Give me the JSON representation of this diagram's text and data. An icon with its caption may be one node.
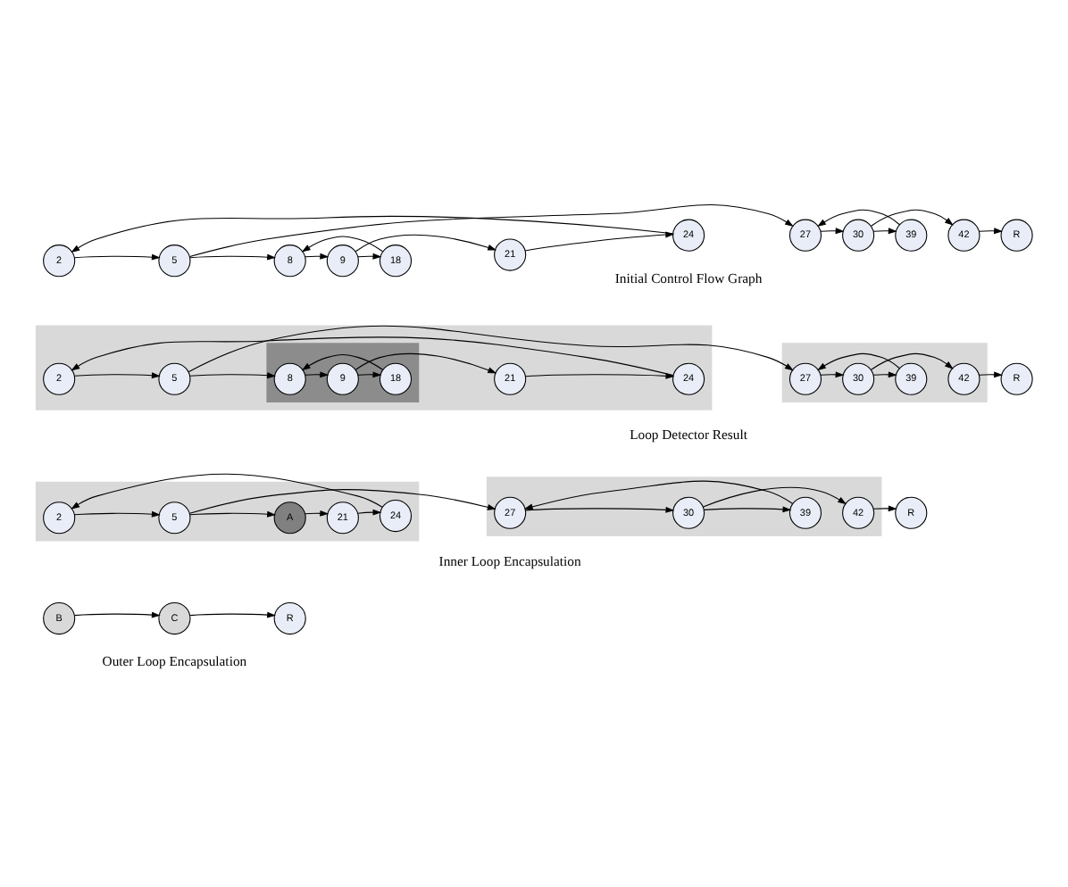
{
  "diagram": {
    "nodes": [
      {
        "text": [
          "2"
        ]
      },
      {
        "text": [
          "5"
        ]
      },
      {
        "text": [
          "8"
        ]
      },
      {
        "text": [
          "9"
        ]
      },
      {
        "text": [
          "18"
        ]
      },
      {
        "text": [
          "21"
        ]
      },
      {
        "text": [
          "24"
        ]
      },
      {
        "text": [
          "27"
        ]
      },
      {
        "text": [
          "30"
        ]
      },
      {
        "text": [
          "39"
        ]
      },
      {
        "text": [
          "42"
        ]
      },
      {
        "text": [
          "R"
        ]
      },
      {
        "text": [],
        "shape": "box"
      },
      {
        "text": [
          "2"
        ],
        "in": 12
      },
      {
        "text": [
          "5"
        ],
        "in": 12
      },
      {
        "text": [],
        "shape": "box",
        "in": 12
      },
      {
        "text": [
          "8"
        ],
        "in": 15
      },
      {
        "text": [
          "9"
        ],
        "in": 15
      },
      {
        "text": [
          "18"
        ],
        "in": 15
      },
      {
        "text": [
          "21"
        ],
        "in": 12
      },
      {
        "text": [
          "24"
        ],
        "in": 12
      },
      {
        "text": [],
        "shape": "box"
      },
      {
        "text": [
          "27"
        ],
        "in": 21
      },
      {
        "text": [
          "30"
        ],
        "in": 21
      },
      {
        "text": [
          "39"
        ],
        "in": 21
      },
      {
        "text": [
          "42"
        ],
        "in": 21
      },
      {
        "text": [
          "R"
        ]
      },
      {
        "text": [],
        "shape": "box"
      },
      {
        "text": [
          "2"
        ],
        "in": 27
      },
      {
        "text": [
          "5"
        ],
        "in": 27
      },
      {
        "text": [
          "A"
        ],
        "in": 27
      },
      {
        "text": [
          "21"
        ],
        "in": 27
      },
      {
        "text": [
          "24"
        ],
        "in": 27
      },
      {
        "text": [],
        "shape": "box"
      },
      {
        "text": [
          "27"
        ],
        "in": 33
      },
      {
        "text": [
          "30"
        ],
        "in": 33
      },
      {
        "text": [
          "39"
        ],
        "in": 33
      },
      {
        "text": [
          "42"
        ],
        "in": 33
      },
      {
        "text": [
          "R"
        ]
      },
      {
        "text": [
          "B"
        ]
      },
      {
        "text": [
          "C"
        ]
      },
      {
        "text": [
          "R"
        ]
      }
    ],
    "edges": [
      {
        "from": 0,
        "to": 1,
        "arrow": "to"
      },
      {
        "from": 1,
        "to": 2,
        "arrow": "to"
      },
      {
        "from": 2,
        "to": 3,
        "arrow": "to"
      },
      {
        "from": 3,
        "to": 4,
        "arrow": "to"
      },
      {
        "from": 4,
        "to": 2,
        "arrow": "to"
      },
      {
        "from": 5,
        "to": 6,
        "arrow": "to"
      },
      {
        "from": 6,
        "to": 0,
        "arrow": "to"
      },
      {
        "from": 3,
        "to": 5,
        "arrow": "to"
      },
      {
        "from": 1,
        "to": 7,
        "arrow": "to"
      },
      {
        "from": 7,
        "to": 8,
        "arrow": "to"
      },
      {
        "from": 8,
        "to": 9,
        "arrow": "to"
      },
      {
        "from": 9,
        "to": 7,
        "arrow": "to"
      },
      {
        "from": 8,
        "to": 10,
        "arrow": "to"
      },
      {
        "from": 10,
        "to": 11,
        "arrow": "to"
      },
      {
        "from": 13,
        "to": 14,
        "arrow": "to"
      },
      {
        "from": 14,
        "to": 16,
        "arrow": "to"
      },
      {
        "from": 16,
        "to": 17,
        "arrow": "to"
      },
      {
        "from": 17,
        "to": 18,
        "arrow": "to"
      },
      {
        "from": 18,
        "to": 16,
        "arrow": "to"
      },
      {
        "from": 19,
        "to": 20,
        "arrow": "to"
      },
      {
        "from": 20,
        "to": 13,
        "arrow": "to"
      },
      {
        "from": 17,
        "to": 19,
        "arrow": "to"
      },
      {
        "from": 14,
        "to": 22,
        "arrow": "to"
      },
      {
        "from": 22,
        "to": 23,
        "arrow": "to"
      },
      {
        "from": 23,
        "to": 24,
        "arrow": "to"
      },
      {
        "from": 24,
        "to": 22,
        "arrow": "to"
      },
      {
        "from": 23,
        "to": 25,
        "arrow": "to"
      },
      {
        "from": 25,
        "to": 26,
        "arrow": "to"
      },
      {
        "from": 28,
        "to": 29,
        "arrow": "to"
      },
      {
        "from": 29,
        "to": 30,
        "arrow": "to"
      },
      {
        "from": 31,
        "to": 32,
        "arrow": "to"
      },
      {
        "from": 32,
        "to": 28,
        "arrow": "to"
      },
      {
        "from": 30,
        "to": 31,
        "arrow": "to"
      },
      {
        "from": 29,
        "to": 34,
        "arrow": "to"
      },
      {
        "from": 34,
        "to": 35,
        "arrow": "to"
      },
      {
        "from": 35,
        "to": 36,
        "arrow": "to"
      },
      {
        "from": 36,
        "to": 34,
        "arrow": "to"
      },
      {
        "from": 35,
        "to": 37,
        "arrow": "to"
      },
      {
        "from": 37,
        "to": 38,
        "arrow": "to"
      },
      {
        "from": 39,
        "to": 40,
        "arrow": "to"
      },
      {
        "from": 40,
        "to": 41,
        "arrow": "to"
      }
    ],
    "labels": [
      "Initial Control Flow Graph",
      "Loop Detector Result",
      "Inner Loop Encapsulation",
      "Outer Loop Encapsulation"
    ]
  }
}
